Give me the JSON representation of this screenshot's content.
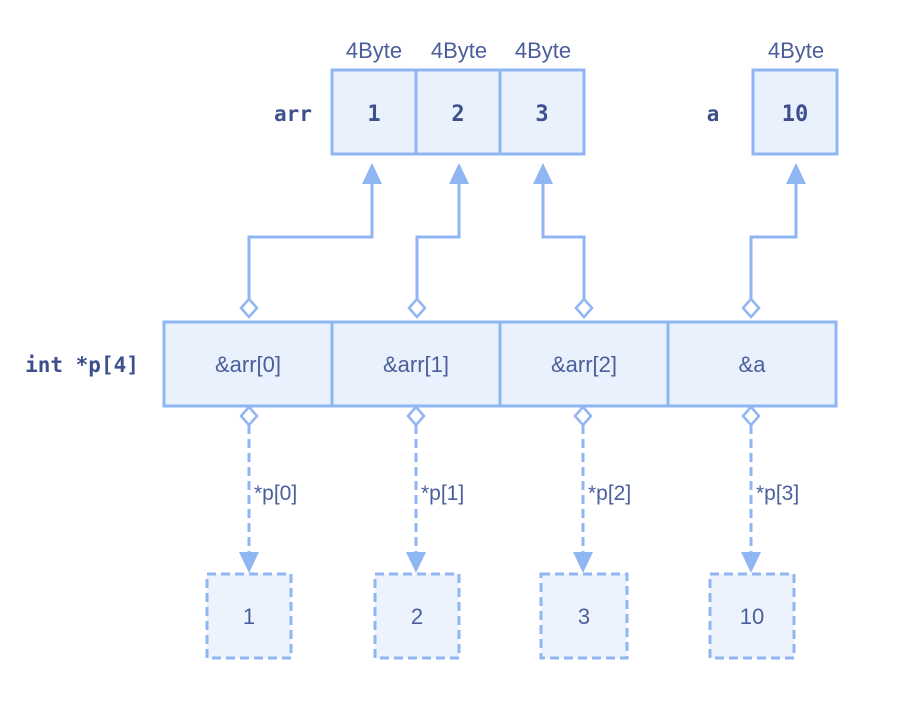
{
  "memory": {
    "arr_label": "arr",
    "a_label": "a",
    "arr_cells": [
      {
        "size": "4Byte",
        "value": "1"
      },
      {
        "size": "4Byte",
        "value": "2"
      },
      {
        "size": "4Byte",
        "value": "3"
      }
    ],
    "a_cell": {
      "size": "4Byte",
      "value": "10"
    }
  },
  "pointer_array": {
    "label": "int *p[4]",
    "cells": [
      "&arr[0]",
      "&arr[1]",
      "&arr[2]",
      "&a"
    ]
  },
  "derefs": [
    {
      "label": "*p[0]",
      "value": "1"
    },
    {
      "label": "*p[1]",
      "value": "2"
    },
    {
      "label": "*p[2]",
      "value": "3"
    },
    {
      "label": "*p[3]",
      "value": "10"
    }
  ]
}
